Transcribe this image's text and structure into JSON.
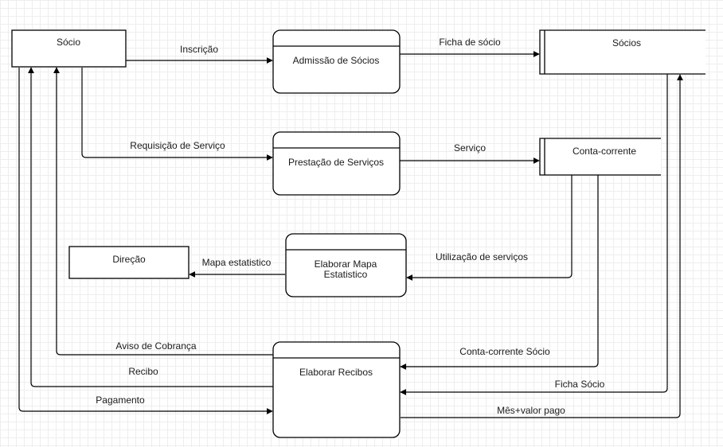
{
  "entities": {
    "socio": "Sócio",
    "direcao": "Direção"
  },
  "processes": {
    "admissao": "Admissão de Sócios",
    "prestacao": "Prestação de Serviços",
    "mapa_line1": "Elaborar Mapa",
    "mapa_line2": "Estatistico",
    "recibos": "Elaborar Recibos"
  },
  "stores": {
    "socios": "Sócios",
    "conta_corrente": "Conta-corrente"
  },
  "flows": {
    "inscricao": "Inscrição",
    "ficha_de_socio": "Ficha de sócio",
    "requisicao": "Requisição de Serviço",
    "servico": "Serviço",
    "utilizacao": "Utilização de serviços",
    "mapa_estatistico": "Mapa estatistico",
    "aviso_cobranca": "Aviso de Cobrança",
    "conta_corrente_socio": "Conta-corrente Sócio",
    "recibo": "Recibo",
    "ficha_socio": "Ficha Sócio",
    "pagamento": "Pagamento",
    "mes_valor_pago": "Mês+valor pago"
  }
}
